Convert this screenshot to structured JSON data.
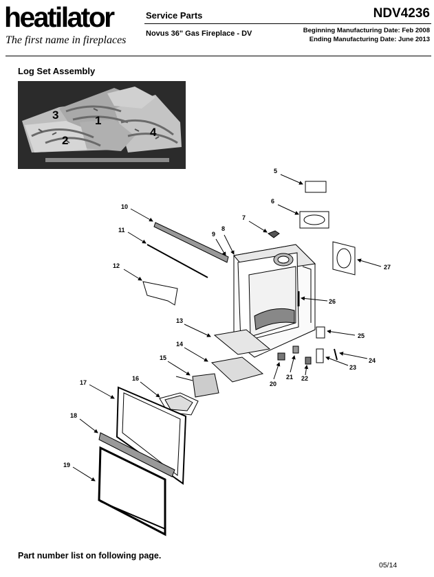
{
  "header": {
    "brand": "heatilator",
    "tagline": "The first name in fireplaces",
    "service_label": "Service Parts",
    "model": "NDV4236",
    "product": "Novus 36\" Gas Fireplace - DV",
    "begin_date": "Beginning Manufacturing Date: Feb 2008",
    "end_date": "Ending Manufacturing Date: June 2013"
  },
  "log_set": {
    "title": "Log Set Assembly",
    "labels": [
      "1",
      "2",
      "3",
      "4"
    ]
  },
  "diagram": {
    "callouts": [
      "5",
      "6",
      "7",
      "8",
      "9",
      "10",
      "11",
      "12",
      "13",
      "14",
      "15",
      "16",
      "17",
      "18",
      "19",
      "20",
      "21",
      "22",
      "23",
      "24",
      "25",
      "26",
      "27"
    ]
  },
  "footer": {
    "note": "Part number list on following page.",
    "date_code": "05/14"
  }
}
